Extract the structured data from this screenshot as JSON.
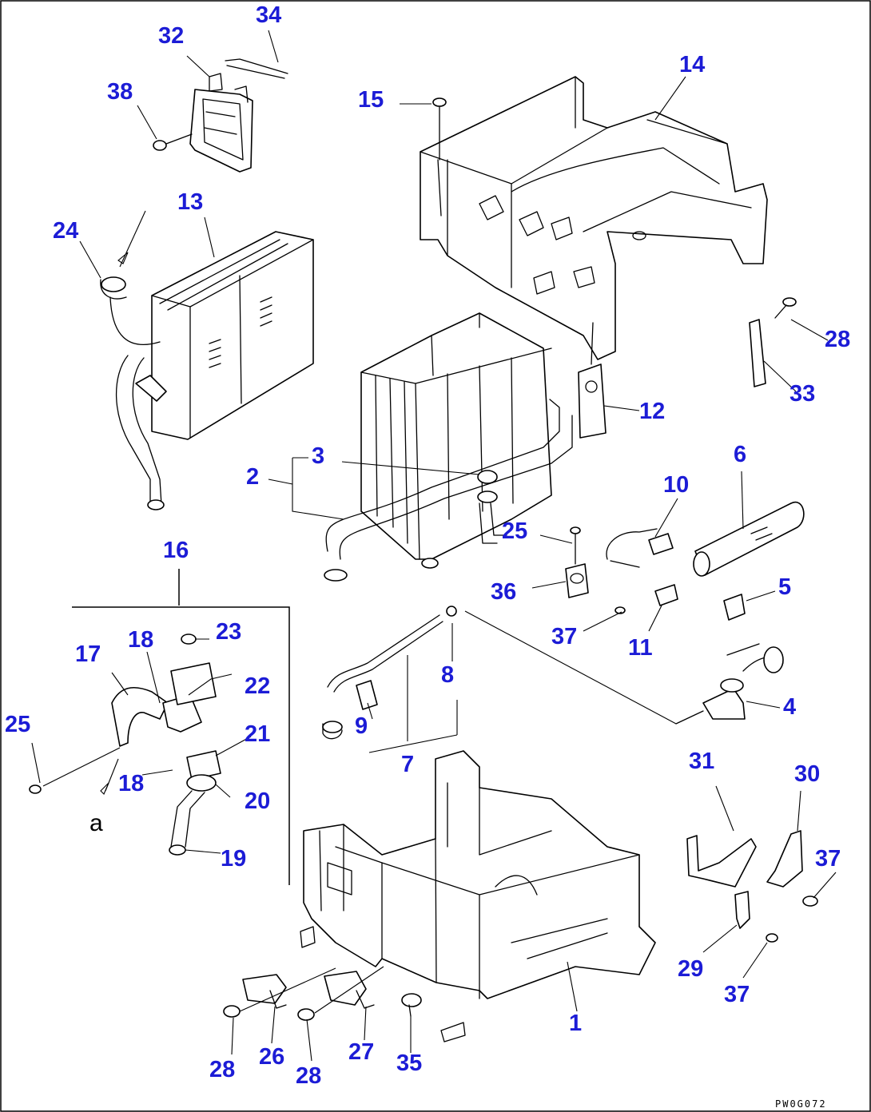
{
  "diagram": {
    "type": "exploded-parts-diagram",
    "colors": {
      "callout": "#1c1cd6",
      "line": "#000000",
      "background": "#ffffff"
    },
    "callouts": [
      {
        "id": "c1",
        "text": "1"
      },
      {
        "id": "c2",
        "text": "2"
      },
      {
        "id": "c3",
        "text": "3"
      },
      {
        "id": "c4",
        "text": "4"
      },
      {
        "id": "c5",
        "text": "5"
      },
      {
        "id": "c6",
        "text": "6"
      },
      {
        "id": "c7",
        "text": "7"
      },
      {
        "id": "c8",
        "text": "8"
      },
      {
        "id": "c9",
        "text": "9"
      },
      {
        "id": "c10",
        "text": "10"
      },
      {
        "id": "c11",
        "text": "11"
      },
      {
        "id": "c12",
        "text": "12"
      },
      {
        "id": "c13",
        "text": "13"
      },
      {
        "id": "c14",
        "text": "14"
      },
      {
        "id": "c15",
        "text": "15"
      },
      {
        "id": "c16",
        "text": "16"
      },
      {
        "id": "c17",
        "text": "17"
      },
      {
        "id": "c18a",
        "text": "18"
      },
      {
        "id": "c18b",
        "text": "18"
      },
      {
        "id": "c19",
        "text": "19"
      },
      {
        "id": "c20",
        "text": "20"
      },
      {
        "id": "c21",
        "text": "21"
      },
      {
        "id": "c22",
        "text": "22"
      },
      {
        "id": "c23",
        "text": "23"
      },
      {
        "id": "c24",
        "text": "24"
      },
      {
        "id": "c25a",
        "text": "25"
      },
      {
        "id": "c25b",
        "text": "25"
      },
      {
        "id": "c26",
        "text": "26"
      },
      {
        "id": "c27",
        "text": "27"
      },
      {
        "id": "c28a",
        "text": "28"
      },
      {
        "id": "c28b",
        "text": "28"
      },
      {
        "id": "c28c",
        "text": "28"
      },
      {
        "id": "c29",
        "text": "29"
      },
      {
        "id": "c30",
        "text": "30"
      },
      {
        "id": "c31",
        "text": "31"
      },
      {
        "id": "c32",
        "text": "32"
      },
      {
        "id": "c33",
        "text": "33"
      },
      {
        "id": "c34",
        "text": "34"
      },
      {
        "id": "c35",
        "text": "35"
      },
      {
        "id": "c36",
        "text": "36"
      },
      {
        "id": "c37a",
        "text": "37"
      },
      {
        "id": "c37b",
        "text": "37"
      },
      {
        "id": "c37c",
        "text": "37"
      },
      {
        "id": "c38",
        "text": "38"
      }
    ],
    "view_reference": "a",
    "drawing_code": "PW0G072"
  }
}
